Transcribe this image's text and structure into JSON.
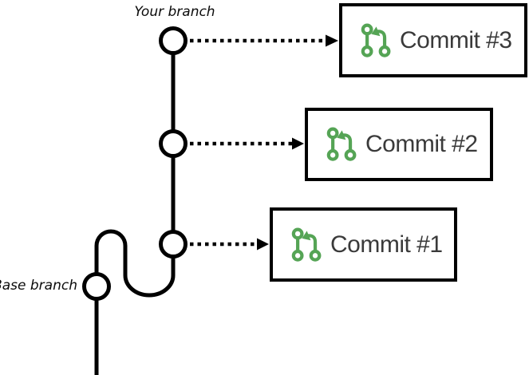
{
  "labels": {
    "your_branch": "Your branch",
    "base_branch": "Base branch"
  },
  "commits": [
    {
      "label": "Commit #3",
      "icon": "git-pull-request-icon"
    },
    {
      "label": "Commit #2",
      "icon": "git-pull-request-icon"
    },
    {
      "label": "Commit #1",
      "icon": "git-pull-request-icon"
    }
  ],
  "colors": {
    "icon_green": "#55a455",
    "line_black": "#000000",
    "box_border": "#000000",
    "commit_text": "#3a3a3a"
  }
}
